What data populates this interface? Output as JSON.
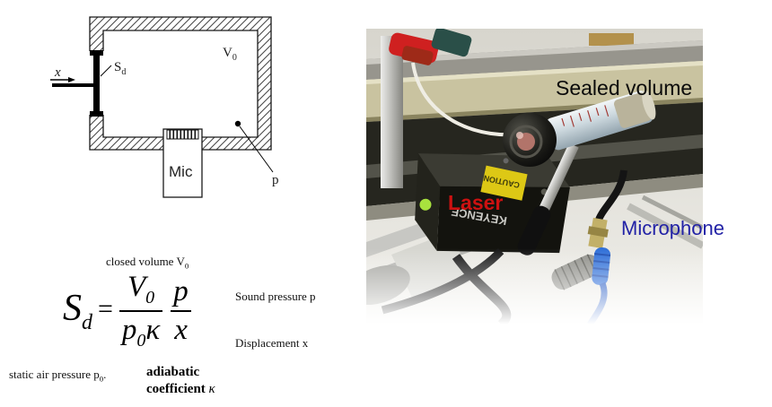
{
  "diagram": {
    "x_label": "x",
    "sd_main": "S",
    "sd_sub": "d",
    "v0_main": "V",
    "v0_sub": "0",
    "mic_label": "Mic",
    "p_label": "p"
  },
  "formula": {
    "closed_volume": {
      "text": "closed volume V",
      "sub": "0"
    },
    "s": "S",
    "s_sub": "d",
    "equals": "=",
    "num1": "V",
    "num1_sub": "0",
    "den1_p": "p",
    "den1_sub": "0",
    "den1_kappa": "κ",
    "num2": "p",
    "den2": "x",
    "sound_pressure": "Sound pressure p",
    "displacement": "Displacement x",
    "static_air": {
      "text": "static air pressure p",
      "sub": "0",
      "period": "."
    },
    "adiabatic_line1": "adiabatic",
    "adiabatic_line2": "coefficient ",
    "kappa": "κ"
  },
  "photo": {
    "labels": {
      "sealed_volume": "Sealed volume",
      "laser": "Laser",
      "microphone": "Microphone"
    },
    "colors": {
      "sealed_volume": "#0a0a0a",
      "laser": "#cc1111",
      "microphone": "#2222a6"
    },
    "equipment_text": {
      "caution": "CAUTION",
      "brand": "KEYENCE"
    }
  }
}
